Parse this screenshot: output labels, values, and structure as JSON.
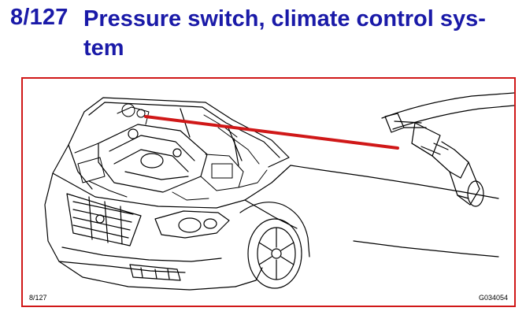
{
  "heading": {
    "number": "8/127",
    "title_line1": "Pressure switch, climate control sys-",
    "title_line2": "tem"
  },
  "figure": {
    "ref_label": "8/127",
    "image_code": "G034054",
    "frame_color": "#d01818",
    "pointer_color": "#d01818",
    "title_color": "#1a1aa8"
  },
  "icons": {
    "illustration": "car-engine-bay-line-drawing",
    "detail": "pressure-switch-detail",
    "pointer": "red-callout-line"
  }
}
